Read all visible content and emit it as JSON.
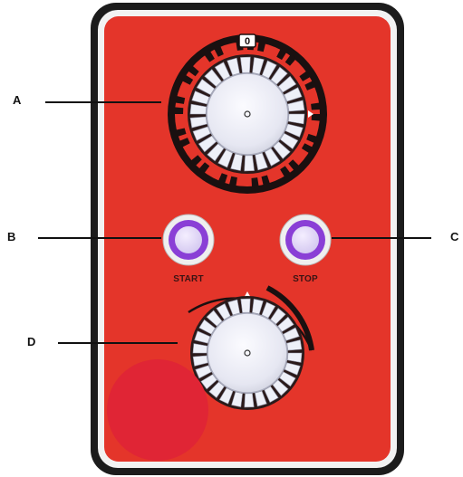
{
  "callouts": {
    "a": "A",
    "b": "B",
    "c": "C",
    "d": "D"
  },
  "buttons": {
    "start_label": "START",
    "stop_label": "STOP"
  },
  "timer_dial": {
    "zero_mark": "0"
  },
  "colors": {
    "panel_red": "#e4352a",
    "frame_dark": "#1c1c1c",
    "button_purple": "#8a3fd6",
    "overlay_red": "#e02535"
  }
}
